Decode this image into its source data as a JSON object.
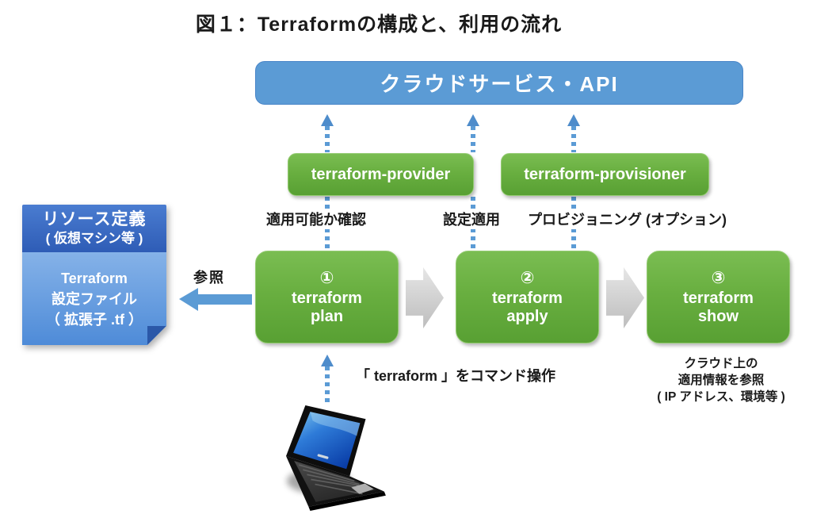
{
  "title": "図１：Terraformの構成と、利用の流れ",
  "cloud": {
    "label": "クラウドサービス・API"
  },
  "providers": [
    {
      "label": "terraform-provider"
    },
    {
      "label": "terraform-provisioner"
    }
  ],
  "labels": {
    "check": "適用可能か確認",
    "apply": "設定適用",
    "provisioning": "プロビジョニング (オプション)"
  },
  "note": {
    "header1": "リソース定義",
    "header2": "( 仮想マシン等 )",
    "body1": "Terraform",
    "body2": "設定ファイル",
    "body3": "（ 拡張子 .tf ）"
  },
  "reference": {
    "label": "参照"
  },
  "commands": [
    {
      "number": "①",
      "line1": "terraform",
      "line2": "plan"
    },
    {
      "number": "②",
      "line1": "terraform",
      "line2": "apply"
    },
    {
      "number": "③",
      "line1": "terraform",
      "line2": "show"
    }
  ],
  "notes": {
    "command": "「 terraform 」をコマンド操作",
    "cloud1": "クラウド上の",
    "cloud2": "適用情報を参照",
    "cloud3": "( IP アドレス、環境等 )"
  },
  "icons": {
    "laptop": "laptop-icon",
    "dotted_up_arrow": "dotted-up-arrow-icon",
    "block_right_arrow": "block-right-arrow-icon",
    "solid_left_arrow": "solid-left-arrow-icon"
  },
  "colors": {
    "cloud_blue": "#5B9BD5",
    "box_green_top": "#7ABD52",
    "box_green_bottom": "#58A033",
    "note_header_blue": "#2E5CB6",
    "note_body_blue": "#4E8BD8",
    "gray_arrow": "#C9C9C9",
    "dotted_arrow_blue": "#5B9BD5"
  }
}
